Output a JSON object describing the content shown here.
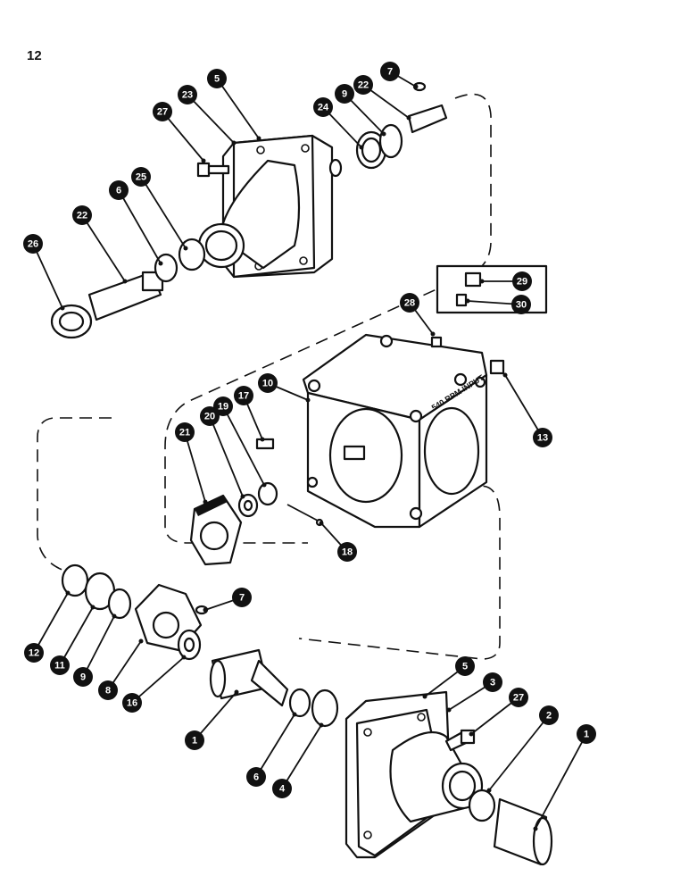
{
  "page": {
    "number": "12"
  },
  "housing": {
    "stamp": "540 RPM INPUT"
  },
  "callouts": [
    {
      "id": "c-7a",
      "label": "7"
    },
    {
      "id": "c-22a",
      "label": "22"
    },
    {
      "id": "c-9a",
      "label": "9"
    },
    {
      "id": "c-24",
      "label": "24"
    },
    {
      "id": "c-5a",
      "label": "5"
    },
    {
      "id": "c-23",
      "label": "23"
    },
    {
      "id": "c-27a",
      "label": "27"
    },
    {
      "id": "c-25",
      "label": "25"
    },
    {
      "id": "c-6a",
      "label": "6"
    },
    {
      "id": "c-22b",
      "label": "22"
    },
    {
      "id": "c-26",
      "label": "26"
    },
    {
      "id": "c-29",
      "label": "29"
    },
    {
      "id": "c-30",
      "label": "30"
    },
    {
      "id": "c-28",
      "label": "28"
    },
    {
      "id": "c-10",
      "label": "10"
    },
    {
      "id": "c-17",
      "label": "17"
    },
    {
      "id": "c-19",
      "label": "19"
    },
    {
      "id": "c-20",
      "label": "20"
    },
    {
      "id": "c-21",
      "label": "21"
    },
    {
      "id": "c-13",
      "label": "13"
    },
    {
      "id": "c-18",
      "label": "18"
    },
    {
      "id": "c-7b",
      "label": "7"
    },
    {
      "id": "c-12",
      "label": "12"
    },
    {
      "id": "c-11",
      "label": "11"
    },
    {
      "id": "c-9b",
      "label": "9"
    },
    {
      "id": "c-8",
      "label": "8"
    },
    {
      "id": "c-16",
      "label": "16"
    },
    {
      "id": "c-1a",
      "label": "1"
    },
    {
      "id": "c-5b",
      "label": "5"
    },
    {
      "id": "c-3",
      "label": "3"
    },
    {
      "id": "c-27b",
      "label": "27"
    },
    {
      "id": "c-2",
      "label": "2"
    },
    {
      "id": "c-1b",
      "label": "1"
    },
    {
      "id": "c-6b",
      "label": "6"
    },
    {
      "id": "c-4",
      "label": "4"
    }
  ]
}
